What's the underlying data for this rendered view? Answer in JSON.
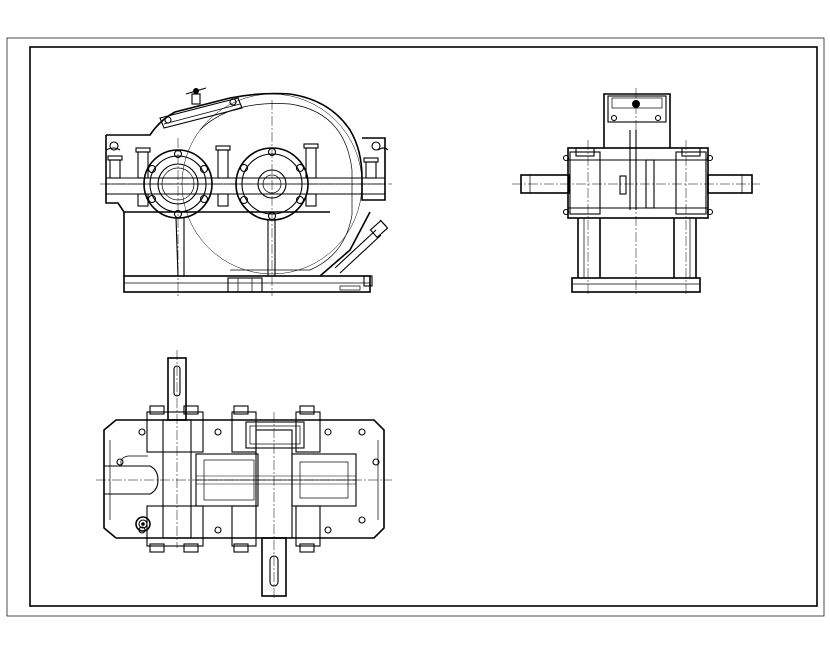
{
  "drawing": {
    "kind": "gear reducer assembly — three orthographic views",
    "line_color": "#000000",
    "background": "#ffffff",
    "views": [
      "front-view",
      "side-view",
      "top-view"
    ]
  }
}
